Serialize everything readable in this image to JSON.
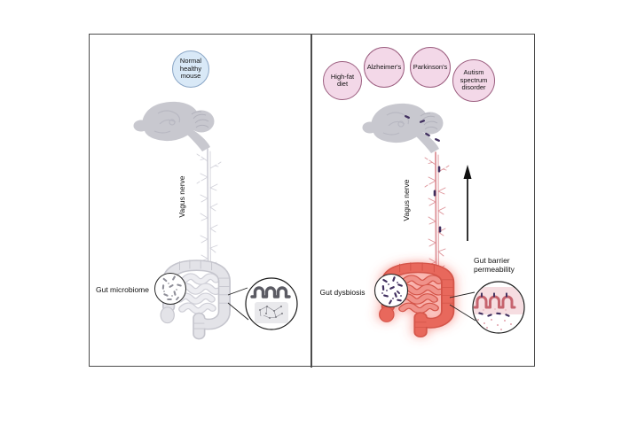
{
  "figure": {
    "left_panel": {
      "condition_badge": "Normal healthy mouse",
      "vagus_nerve_label": "Vagus nerve",
      "gut_label": "Gut microbiome"
    },
    "right_panel": {
      "condition_badges": [
        {
          "label": "High-fat diet"
        },
        {
          "label": "Alzheimer's"
        },
        {
          "label": "Parkinson's"
        },
        {
          "label": "Autism spectrum disorder"
        }
      ],
      "vagus_nerve_label": "Vagus nerve",
      "gut_label": "Gut dysbiosis",
      "barrier_label": "Gut barrier permeability"
    },
    "colors": {
      "healthy_badge_fill": "#d9e9f7",
      "healthy_badge_border": "#8aa6c6",
      "disease_badge_fill": "#f3d8e8",
      "disease_badge_border": "#9c5f80",
      "healthy_tissue_gray": "#c8c8cf",
      "dysbiosis_gut_red": "#e8685c",
      "bacteria_purple": "#41305f",
      "inflamed_nerve_pink": "#dd9298",
      "glow_red": "#f2564a"
    }
  }
}
